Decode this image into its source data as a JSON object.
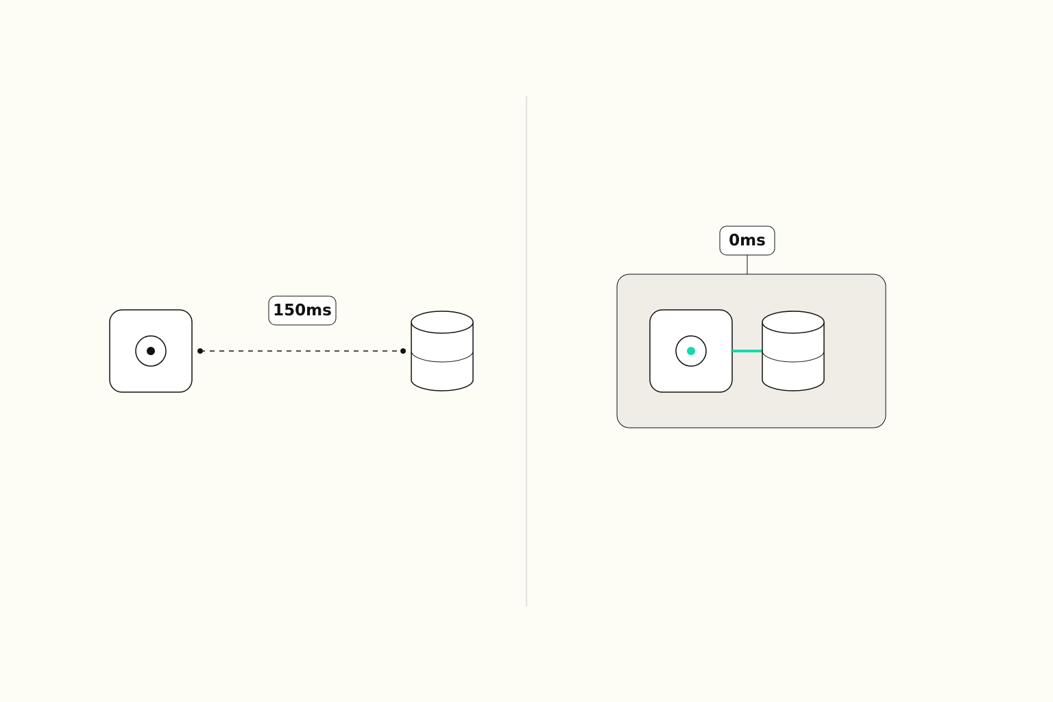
{
  "colors": {
    "background": "#fdfdf5",
    "stroke": "#111111",
    "node_fill": "#ffffff",
    "colocated_group_fill": "#efede6",
    "divider": "#e2e2dc",
    "fast_link": "#12dbaa"
  },
  "left_panel": {
    "latency_label": "150ms",
    "link_style": "dashed",
    "server_icon": "server-node-icon",
    "database_icon": "database-cylinder-icon"
  },
  "right_panel": {
    "latency_label": "0ms",
    "link_style": "solid",
    "server_icon": "server-node-icon",
    "database_icon": "database-cylinder-icon"
  }
}
